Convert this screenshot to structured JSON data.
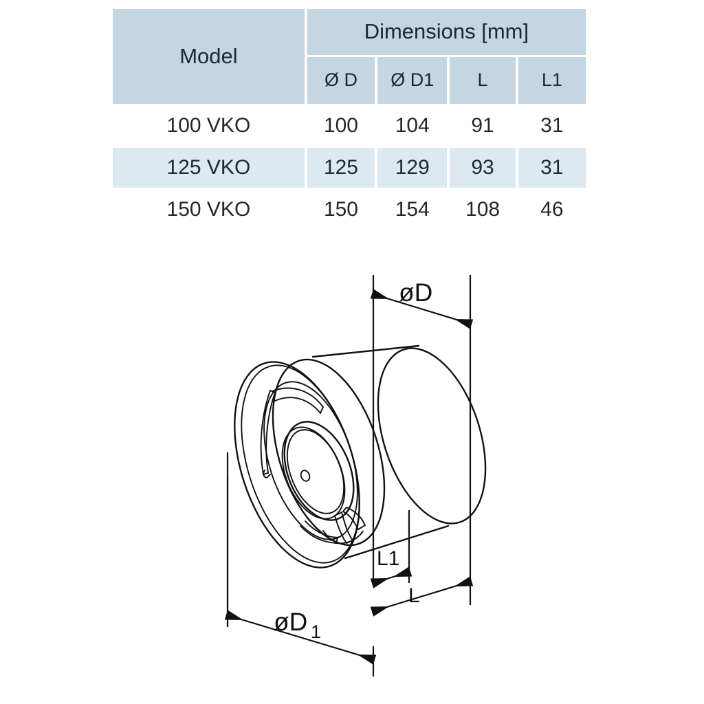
{
  "table": {
    "model_header": "Model",
    "dimensions_header": "Dimensions [mm]",
    "sub_headers": [
      "Ø D",
      "Ø D1",
      "L",
      "L1"
    ],
    "header_color": "#c3d6e2",
    "alt_row_color": "#dce9f0",
    "rows": [
      {
        "model": "100 VKO",
        "d": "100",
        "d1": "104",
        "l": "91",
        "l1": "31"
      },
      {
        "model": "125 VKO",
        "d": "125",
        "d1": "129",
        "l": "93",
        "l1": "31"
      },
      {
        "model": "150 VKO",
        "d": "150",
        "d1": "154",
        "l": "108",
        "l1": "46"
      }
    ]
  },
  "drawing": {
    "title": "inline-duct-fan-isometric",
    "line_color": "#111111",
    "labels": {
      "diameter_d": "øD",
      "diameter_d1_main": "øD",
      "diameter_d1_sub": "1",
      "length_l": "L",
      "length_l1": "L1"
    }
  }
}
